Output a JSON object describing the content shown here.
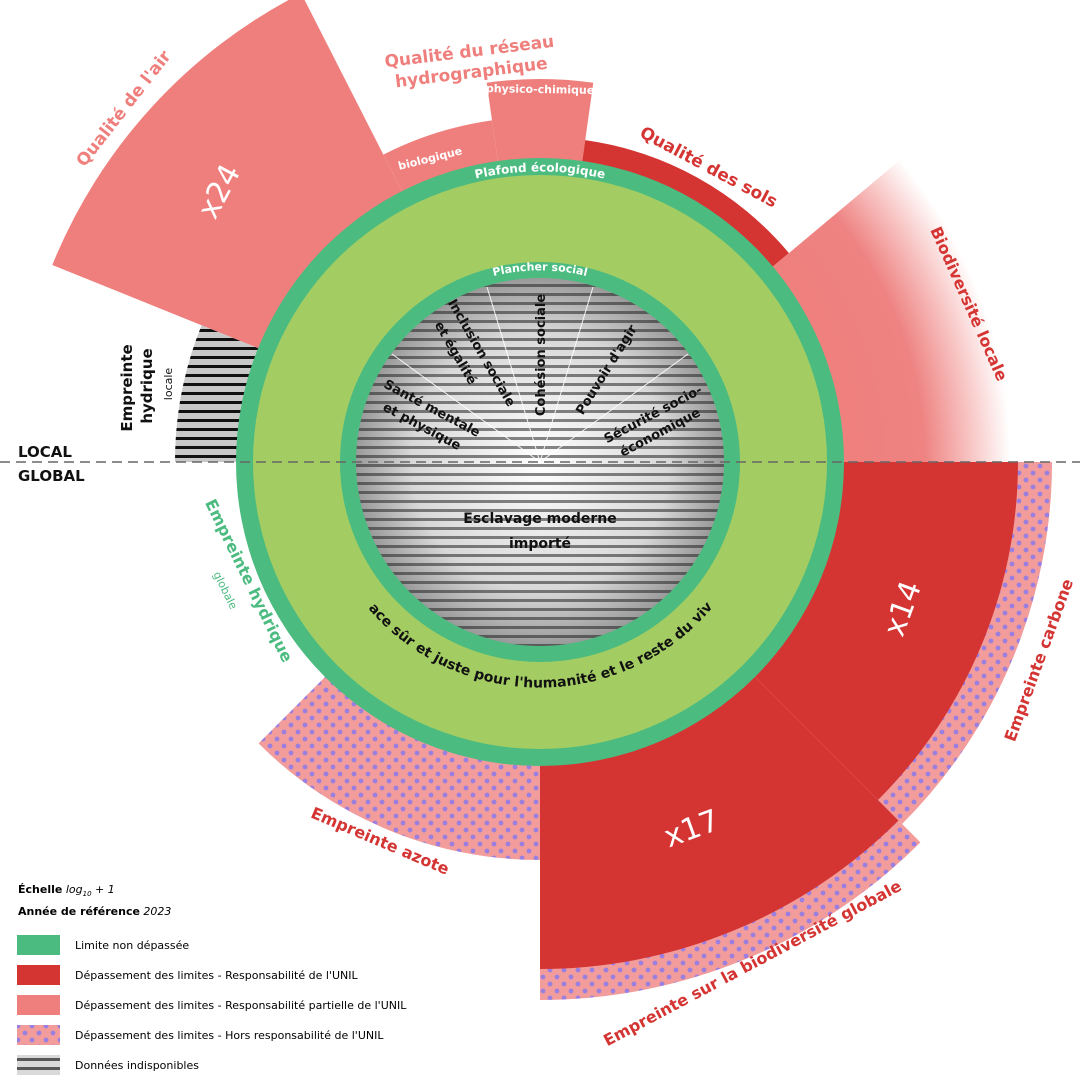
{
  "colors": {
    "green_ring": "#4bbb80",
    "safe_space": "#a3cd62",
    "red": "#d43533",
    "pink": "#ef7f7c",
    "dots": "#9b7fe0"
  },
  "axis": {
    "local": "LOCAL",
    "global": "GLOBAL"
  },
  "rings": {
    "ceiling": "Plafond écologique",
    "floor": "Plancher social",
    "safe_space": "Espace sûr et juste pour l'humanité et le reste du vivant"
  },
  "ecological": {
    "air": {
      "label": "Qualité de l'air",
      "factor": "x24"
    },
    "water_network": {
      "label_line1": "Qualité du réseau",
      "label_line2": "hydrographique",
      "bio": "biologique",
      "physchem": "physico-chimique"
    },
    "soil": {
      "label": "Qualité des sols"
    },
    "local_biodiversity": {
      "label": "Biodiversité locale"
    },
    "carbon": {
      "label": "Empreinte carbone",
      "factor": "x14"
    },
    "global_biodiversity": {
      "label": "Empreinte sur la biodiversité globale",
      "factor": "x17"
    },
    "nitrogen": {
      "label": "Empreinte azote"
    },
    "water_global": {
      "label": "Empreinte hydrique",
      "sub": "globale"
    },
    "water_local": {
      "label_line1": "Empreinte",
      "label_line2": "hydrique",
      "sub": "locale"
    }
  },
  "social": {
    "health": [
      "Santé mentale",
      "et physique"
    ],
    "inclusion": [
      "Inclusion sociale",
      "et égalité"
    ],
    "cohesion": "Cohésion sociale",
    "agency": "Pouvoir d'agir",
    "security": [
      "Sécurité socio-",
      "économique"
    ],
    "slavery": [
      "Esclavage moderne",
      "importé"
    ]
  },
  "legend": {
    "scale_label": "Échelle",
    "scale_value": "log",
    "scale_sub": "10",
    "scale_suffix": " + 1",
    "year_label": "Année de référence",
    "year_value": "2023",
    "items": [
      {
        "label": "Limite non dépassée"
      },
      {
        "label": "Dépassement des limites - Responsabilité de l'UNIL"
      },
      {
        "label": "Dépassement des limites - Responsabilité partielle de l'UNIL"
      },
      {
        "label": "Dépassement des limites - Hors responsabilité de l'UNIL"
      },
      {
        "label": "Données indisponibles"
      }
    ]
  }
}
